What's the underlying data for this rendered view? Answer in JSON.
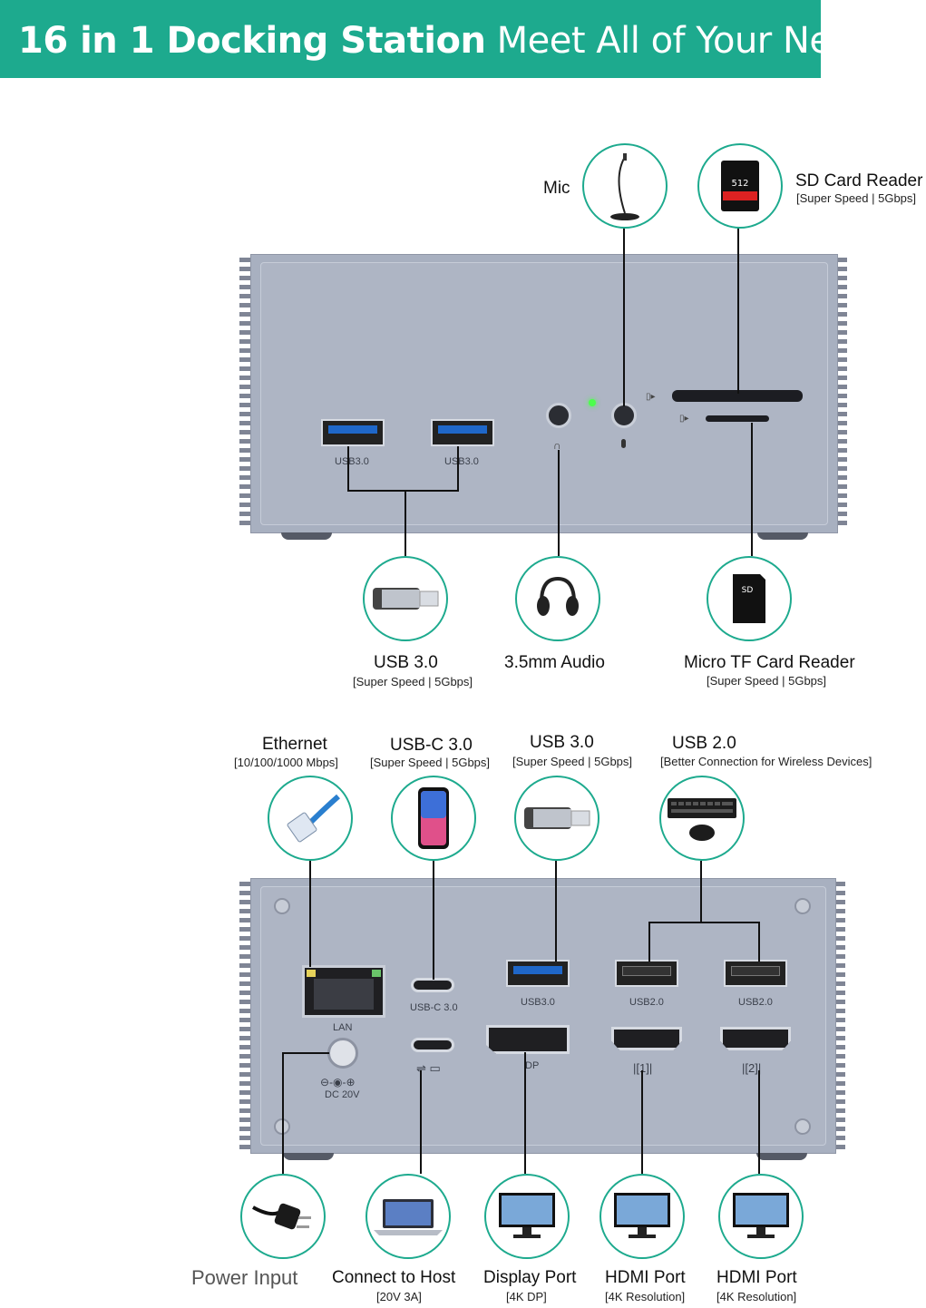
{
  "banner": {
    "title_bold": "16 in 1 Docking Station",
    "title_rest": "Meet All of Your Needs",
    "color": "#1daa8e"
  },
  "front_panel": {
    "port_labels": {
      "usb1": "USB3.0",
      "usb2": "USB3.0"
    },
    "callouts": {
      "mic": {
        "label": "Mic"
      },
      "sd": {
        "label": "SD Card Reader",
        "sub": "[Super Speed | 5Gbps]"
      },
      "usb30": {
        "label": "USB 3.0",
        "sub": "[Super Speed | 5Gbps]"
      },
      "audio": {
        "label": "3.5mm Audio"
      },
      "tf": {
        "label": "Micro TF Card Reader",
        "sub": "[Super Speed | 5Gbps]"
      }
    }
  },
  "rear_panel": {
    "port_labels": {
      "lan": "LAN",
      "usbc": "USB-C 3.0",
      "usb30": "USB3.0",
      "usb20a": "USB2.0",
      "usb20b": "USB2.0",
      "dp": "DP",
      "dc": "DC 20V",
      "hdmi1": "1",
      "hdmi2": "2"
    },
    "callouts": {
      "ethernet": {
        "label": "Ethernet",
        "sub": "[10/100/1000 Mbps]"
      },
      "usbc": {
        "label": "USB-C 3.0",
        "sub": "[Super Speed | 5Gbps]"
      },
      "usb30": {
        "label": "USB 3.0",
        "sub": "[Super Speed | 5Gbps]"
      },
      "usb20": {
        "label": "USB 2.0",
        "sub": "[Better Connection for Wireless Devices]"
      },
      "power": {
        "label": "Power Input"
      },
      "host": {
        "label": "Connect to Host",
        "sub": "[20V 3A]"
      },
      "dp": {
        "label": "Display Port",
        "sub": "[4K DP]"
      },
      "hdmi1": {
        "label": "HDMI Port",
        "sub": "[4K Resolution]"
      },
      "hdmi2": {
        "label": "HDMI Port",
        "sub": "[4K Resolution]"
      }
    }
  },
  "icons": {
    "mic": "microphone-icon",
    "sd": "sd-card-icon",
    "usb": "usb-flash-drive-icon",
    "audio": "headphones-icon",
    "tf": "micro-sd-card-icon",
    "ethernet": "ethernet-cable-icon",
    "phone": "smartphone-icon",
    "keyboard": "keyboard-mouse-icon",
    "plug": "power-plug-icon",
    "laptop": "laptop-icon",
    "monitor": "monitor-icon"
  }
}
